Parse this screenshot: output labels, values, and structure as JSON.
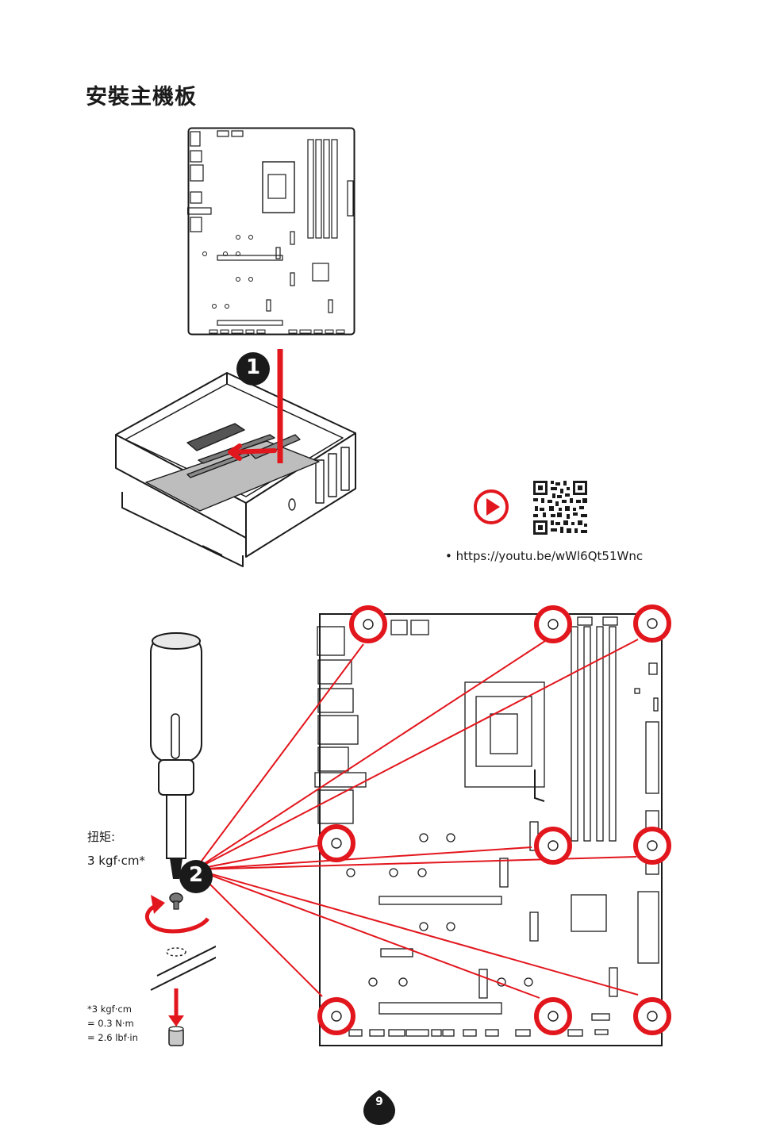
{
  "title": "安裝主機板",
  "step_numbers": [
    "1",
    "2"
  ],
  "video": {
    "icon": "play-icon",
    "url_text": "• https://youtu.be/wWl6Qt51Wnc"
  },
  "torque": {
    "label": "扭矩:",
    "value": "3 kgf·cm*"
  },
  "notes": [
    "*3 kgf·cm",
    "= 0.3 N·m",
    "= 2.6 lbf·in"
  ],
  "page_number": "9",
  "colors": {
    "accent_red": "#e2161d",
    "badge_black": "#1a1a1a"
  }
}
